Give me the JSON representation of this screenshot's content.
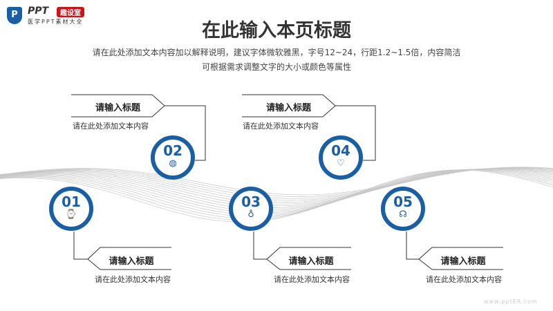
{
  "logo": {
    "brand": "PPT",
    "badge": "趣设室",
    "tagline": "医学PPT素材大全"
  },
  "header": {
    "title": "在此输入本页标题",
    "subtitle_line1": "请在此处添加文本内容加以解释说明，建议字体微软雅黑，字号12~24，行距1.2~1.5倍，内容简洁",
    "subtitle_line2": "可根据需求调整文字的大小或颜色等属性"
  },
  "items": [
    {
      "num": "01",
      "icon": "pill-clock-icon",
      "title": "请输入标题",
      "text": "请在此处添加文本内容"
    },
    {
      "num": "02",
      "icon": "drop-icon",
      "title": "请输入标题",
      "text": "请在此处添加文本内容"
    },
    {
      "num": "03",
      "icon": "tooth-icon",
      "title": "请输入标题",
      "text": "请在此处添加文本内容"
    },
    {
      "num": "04",
      "icon": "heart-plus-icon",
      "title": "请输入标题",
      "text": "请在此处添加文本内容"
    },
    {
      "num": "05",
      "icon": "stethoscope-icon",
      "title": "请输入标题",
      "text": "请在此处添加文本内容"
    }
  ],
  "watermark": "www.pptER.com",
  "colors": {
    "accent": "#1a5ea3",
    "logo_red": "#c8161d"
  }
}
